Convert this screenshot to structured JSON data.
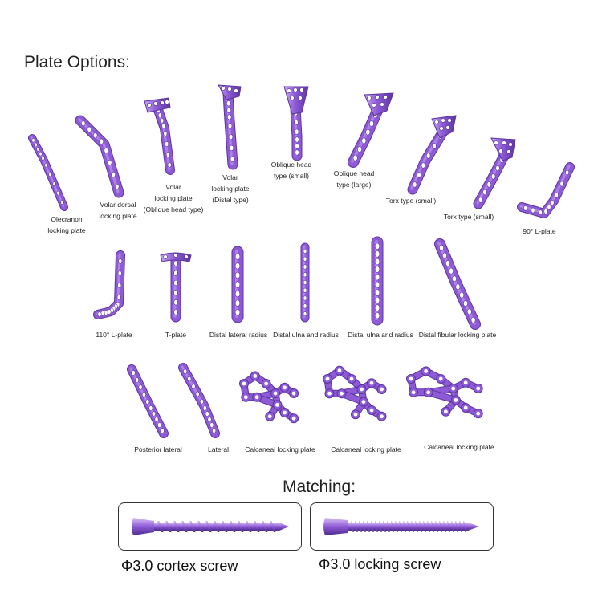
{
  "page": {
    "title": "Plate Options:",
    "matching_title": "Matching:"
  },
  "colors": {
    "plate_purple": "#8e5ad6",
    "plate_highlight": "#c6a6f2",
    "plate_shadow": "#5b35a0",
    "hole_fill": "#ffffff",
    "border": "#333333"
  },
  "plates": [
    {
      "label": "Olecranon\nlocking plate"
    },
    {
      "label": "Volar dorsal\nlocking plate"
    },
    {
      "label": "Volar\nlocking plate\n(Oblique head type)"
    },
    {
      "label": "Volar\nlocking plate\n(Distal type)"
    },
    {
      "label": "Oblique head\ntype (small)"
    },
    {
      "label": "Oblique head\ntype (large)"
    },
    {
      "label": "Torx type (small)"
    },
    {
      "label": "Torx type (small)"
    },
    {
      "label": "90° L-plate"
    },
    {
      "label": "110° L-plate"
    },
    {
      "label": "T-plate"
    },
    {
      "label": "Distal lateral radius"
    },
    {
      "label": "Distal ulna and radius"
    },
    {
      "label": "Distal ulna and radius"
    },
    {
      "label": "Distal fibular locking plate"
    },
    {
      "label": "Posterior lateral"
    },
    {
      "label": "Lateral"
    },
    {
      "label": "Calcaneal locking plate"
    },
    {
      "label": "Calcaneal locking plate"
    },
    {
      "label": "Calcaneal locking plate"
    }
  ],
  "screws": [
    {
      "label": "Φ3.0 cortex screw",
      "icon": "cortex-screw-icon"
    },
    {
      "label": "Φ3.0 locking screw",
      "icon": "locking-screw-icon"
    }
  ]
}
